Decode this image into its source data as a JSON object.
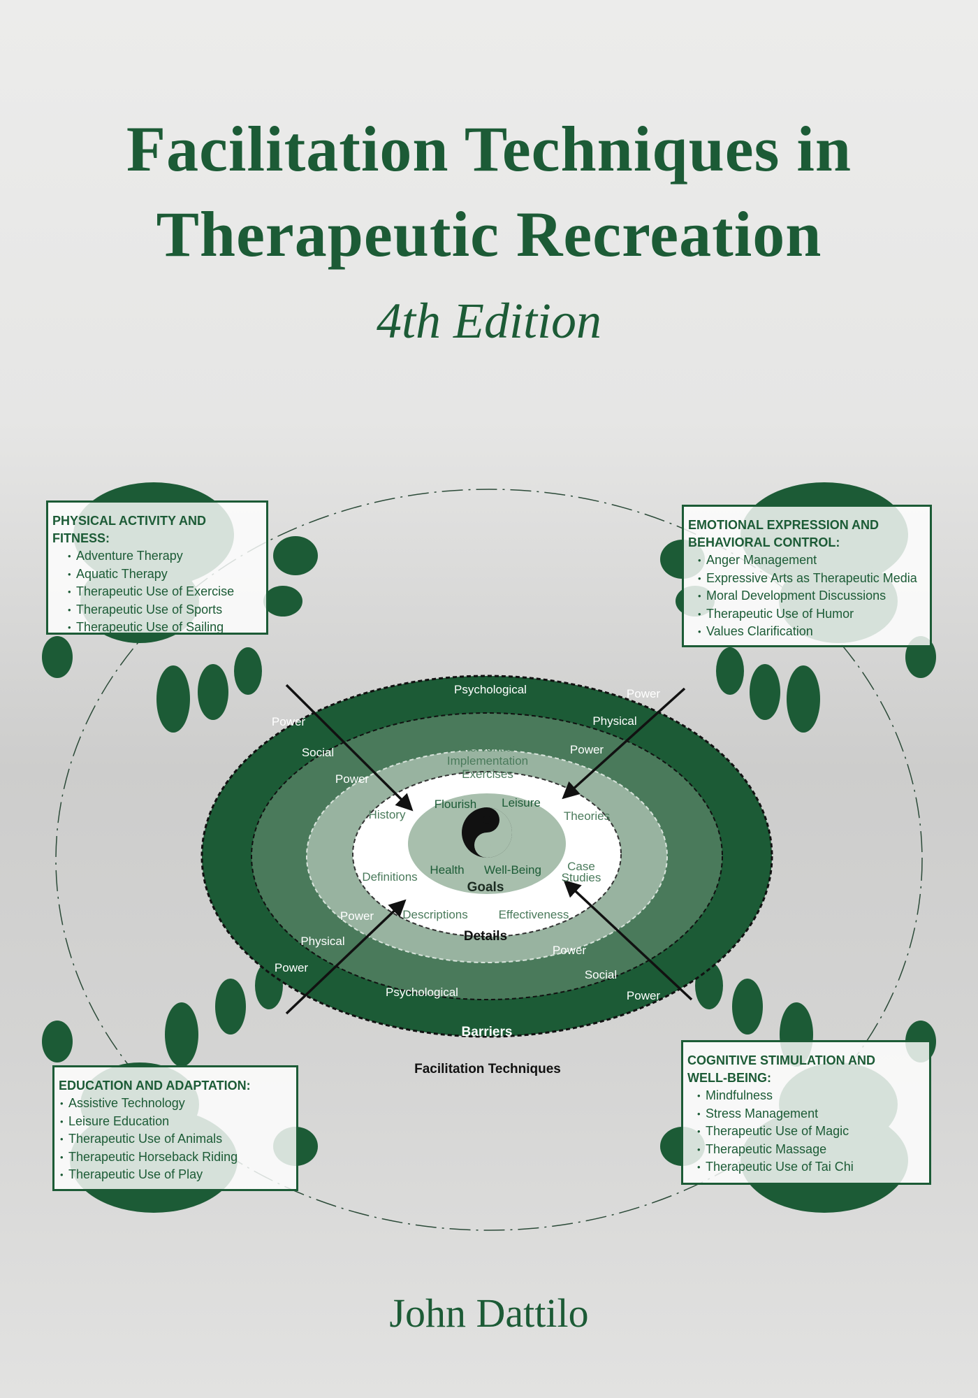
{
  "cover": {
    "title_line1": "Facilitation Techniques in",
    "title_line2": "Therapeutic Recreation",
    "edition": "4th Edition",
    "author": "John Dattilo"
  },
  "colors": {
    "title_green": "#1c5b36",
    "dark_ring": "#1c5b36",
    "medium_ring": "#4a7a5b",
    "light_ring": "#98b3a0",
    "center_oval": "#a8bfad"
  },
  "diagram": {
    "label": "Facilitation Techniques",
    "outer_ring": {
      "label": "Barriers",
      "power_labels": [
        "Power",
        "Power",
        "Power",
        "Power"
      ]
    },
    "middle_ring": {
      "words_top": [
        "Psychological",
        "Social",
        "Physical"
      ],
      "words_bottom": [
        "Physical",
        "Psychological",
        "Social"
      ],
      "power_labels": [
        "Power",
        "Power",
        "Power",
        "Power"
      ]
    },
    "inner_ring": {
      "label": "Details",
      "words": [
        "Intervention",
        "Implementation",
        "Exercises",
        "History",
        "Theories",
        "Definitions",
        "Case",
        "Studies",
        "Descriptions",
        "Effectiveness"
      ]
    },
    "center": {
      "label": "Goals",
      "words": [
        "Flourish",
        "Leisure",
        "Health",
        "Well-Being"
      ],
      "icon": "yin-yang-icon"
    }
  },
  "boxes": {
    "top_left": {
      "heading": "PHYSICAL ACTIVITY AND FITNESS:",
      "items": [
        "Adventure Therapy",
        "Aquatic Therapy",
        "Therapeutic Use of Exercise",
        "Therapeutic Use of Sports",
        "Therapeutic Use of Sailing"
      ]
    },
    "top_right": {
      "heading_line1": "EMOTIONAL EXPRESSION AND",
      "heading_line2": "BEHAVIORAL CONTROL:",
      "items": [
        "Anger Management",
        "Expressive Arts as Therapeutic Media",
        "Moral Development Discussions",
        "Therapeutic Use of Humor",
        "Values Clarification"
      ]
    },
    "bottom_left": {
      "heading": "EDUCATION AND ADAPTATION:",
      "items": [
        "Assistive Technology",
        "Leisure Education",
        "Therapeutic Use of Animals",
        "Therapeutic Horseback Riding",
        "Therapeutic Use of Play"
      ]
    },
    "bottom_right": {
      "heading_line1": "COGNITIVE STIMULATION AND",
      "heading_line2": "WELL-BEING:",
      "items": [
        "Mindfulness",
        "Stress Management",
        "Therapeutic Use of Magic",
        "Therapeutic Massage",
        "Therapeutic Use of Tai Chi"
      ]
    }
  }
}
